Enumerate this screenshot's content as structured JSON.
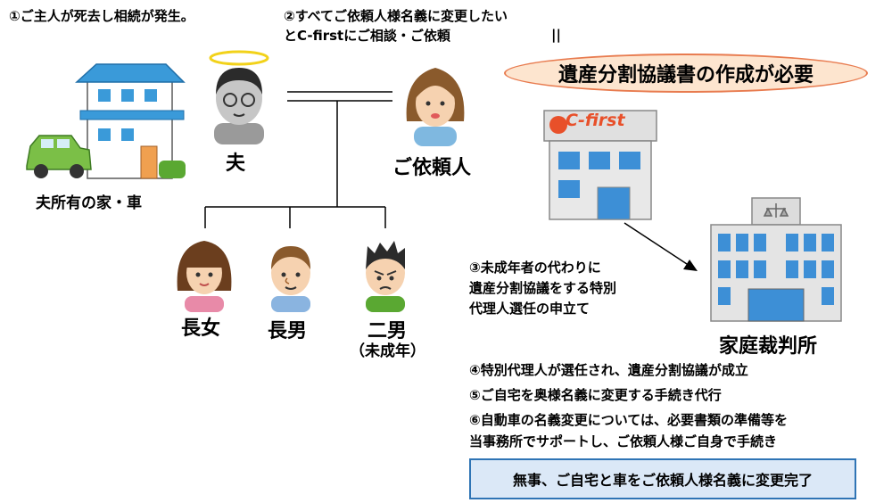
{
  "steps": {
    "step1": "①ご主人が死去し相続が発生。",
    "step2_line1": "②すべてご依頼人様名義に変更したい",
    "step2_line2": "とC-firstにご相談・ご依頼",
    "equals_mark": "||",
    "step3_line1": "③未成年者の代わりに",
    "step3_line2": "遺産分割協議をする特別",
    "step3_line3": "代理人選任の申立て",
    "step4": "④特別代理人が選任され、遺産分割協議が成立",
    "step5": "⑤ご自宅を奥様名義に変更する手続き代行",
    "step6_line1": "⑥自動車の名義変更については、必要書類の準備等を",
    "step6_line2": "当事務所でサポートし、ご依頼人様ご自身で手続き"
  },
  "banner": "遺産分割協議書の作成が必要",
  "result": "無事、ご自宅と車をご依頼人様名義に変更完了",
  "labels": {
    "house_car": "夫所有の家・車",
    "husband": "夫",
    "client": "ご依頼人",
    "daughter": "長女",
    "son1": "長男",
    "son2": "二男",
    "son2_note": "（未成年）",
    "office_sign": "C-first",
    "court": "家庭裁判所"
  },
  "colors": {
    "banner_border": "#e87b4f",
    "banner_fill": "#fde5cf",
    "result_border": "#2f74b5",
    "result_fill": "#dbe8f7",
    "office_sign": "#e8502a",
    "court_building": "#3d8fd6",
    "house_roof": "#3a9ad9",
    "car": "#7bbf47"
  }
}
